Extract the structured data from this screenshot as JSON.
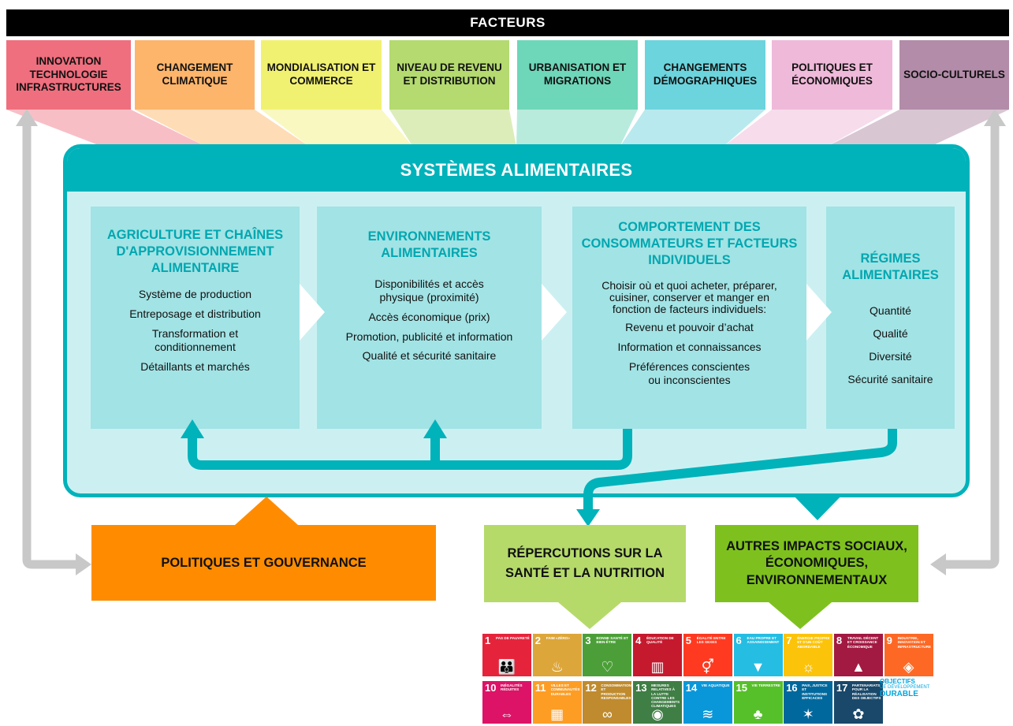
{
  "banner": {
    "title": "FACTEURS"
  },
  "factors": [
    {
      "label": "INNOVATION TECHNOLOGIE INFRASTRUCTURES",
      "color": "#ef6f7e",
      "light": "#f8bec6"
    },
    {
      "label": "CHANGEMENT CLIMATIQUE",
      "color": "#fdb56b",
      "light": "#fedcb6"
    },
    {
      "label": "MONDIALISATION ET COMMERCE",
      "color": "#f1f171",
      "light": "#f8f8c0"
    },
    {
      "label": "NIVEAU DE REVENU ET DISTRIBUTION",
      "color": "#b4da70",
      "light": "#dcedba"
    },
    {
      "label": "URBANISATION ET MIGRATIONS",
      "color": "#6ed6b9",
      "light": "#b9ebdd"
    },
    {
      "label": "CHANGEMENTS DÉMOGRAPHIQUES",
      "color": "#6cd4dd",
      "light": "#b8e9ee"
    },
    {
      "label": "POLITIQUES ET ÉCONOMIQUES",
      "color": "#efb9d9",
      "light": "#f7dcec"
    },
    {
      "label": "SOCIO-CULTURELS",
      "color": "#b28ca8",
      "light": "#d9c6d3"
    }
  ],
  "food_systems": {
    "title": "SYSTÈMES ALIMENTAIRES",
    "panels": [
      {
        "title": "AGRICULTURE ET CHAÎNES D'APPROVISIONNEMENT ALIMENTAIRE",
        "items": [
          "Système de production",
          "Entreposage et distribution",
          "Transformation et conditionnement",
          "Détaillants et marchés"
        ]
      },
      {
        "title": "ENVIRONNEMENTS ALIMENTAIRES",
        "items": [
          "Disponibilités et accès physique (proximité)",
          "Accès économique (prix)",
          "Promotion, publicité et information",
          "Qualité et sécurité sanitaire"
        ]
      },
      {
        "title": "COMPORTEMENT DES CONSOMMATEURS ET FACTEURS INDIVIDUELS",
        "items": [
          "Choisir où et quoi acheter, préparer, cuisiner, conserver et manger en fonction de facteurs individuels:",
          "Revenu et pouvoir d’achat",
          "Information et  connaissances",
          "Préférences conscientes ou inconscientes"
        ]
      },
      {
        "title": "RÉGIMES ALIMENTAIRES",
        "items": [
          "Quantité",
          "Qualité",
          "Diversité",
          "Sécurité sanitaire"
        ]
      }
    ]
  },
  "outcomes": {
    "policies": "POLITIQUES ET GOUVERNANCE",
    "health": "RÉPERCUTIONS SUR LA SANTÉ ET LA NUTRITION",
    "other": "AUTRES IMPACTS SOCIAUX, ÉCONOMIQUES, ENVIRONNEMENTAUX"
  },
  "sdgs": [
    {
      "num": "1",
      "label": "PAS DE PAUVRETÉ",
      "color": "#e5243b",
      "icon": "👪"
    },
    {
      "num": "2",
      "label": "FAIM «ZÉRO»",
      "color": "#dda63a",
      "icon": "♨"
    },
    {
      "num": "3",
      "label": "BONNE SANTÉ ET BIEN-ÊTRE",
      "color": "#4c9f38",
      "icon": "♡"
    },
    {
      "num": "4",
      "label": "ÉDUCATION DE QUALITÉ",
      "color": "#c5192d",
      "icon": "▥"
    },
    {
      "num": "5",
      "label": "ÉGALITÉ ENTRE LES SEXES",
      "color": "#ff3a21",
      "icon": "⚥"
    },
    {
      "num": "6",
      "label": "EAU PROPRE ET ASSAINISSEMENT",
      "color": "#26bde2",
      "icon": "▼"
    },
    {
      "num": "7",
      "label": "ÉNERGIE PROPRE ET D'UN COÛT ABORDABLE",
      "color": "#fcc30b",
      "icon": "☼"
    },
    {
      "num": "8",
      "label": "TRAVAIL DÉCENT ET CROISSANCE ÉCONOMIQUE",
      "color": "#a21942",
      "icon": "▲"
    },
    {
      "num": "9",
      "label": "INDUSTRIE, INNOVATION ET INFRASTRUCTURE",
      "color": "#fd6925",
      "icon": "◈"
    },
    {
      "num": "10",
      "label": "INÉGALITÉS RÉDUITES",
      "color": "#dd1367",
      "icon": "⇔"
    },
    {
      "num": "11",
      "label": "VILLES ET COMMUNAUTÉS DURABLES",
      "color": "#fd9d24",
      "icon": "▦"
    },
    {
      "num": "12",
      "label": "CONSOMMATION ET PRODUCTION RESPONSABLES",
      "color": "#bf8b2e",
      "icon": "∞"
    },
    {
      "num": "13",
      "label": "MESURES RELATIVES À LA LUTTE CONTRE LES CHANGEMENTS CLIMATIQUES",
      "color": "#3f7e44",
      "icon": "◉"
    },
    {
      "num": "14",
      "label": "VIE AQUATIQUE",
      "color": "#0a97d9",
      "icon": "≋"
    },
    {
      "num": "15",
      "label": "VIE TERRESTRE",
      "color": "#56c02b",
      "icon": "♣"
    },
    {
      "num": "16",
      "label": "PAIX, JUSTICE ET INSTITUTIONS EFFICACES",
      "color": "#00689d",
      "icon": "✶"
    },
    {
      "num": "17",
      "label": "PARTENARIATS POUR LA RÉALISATION DES OBJECTIFS",
      "color": "#19486a",
      "icon": "✿"
    }
  ],
  "sdg_logo": {
    "line1": "OBJECTIFS",
    "line2": "DE DÉVELOPPEMENT",
    "line3": "DURABLE",
    "color": "#00a7e0"
  }
}
